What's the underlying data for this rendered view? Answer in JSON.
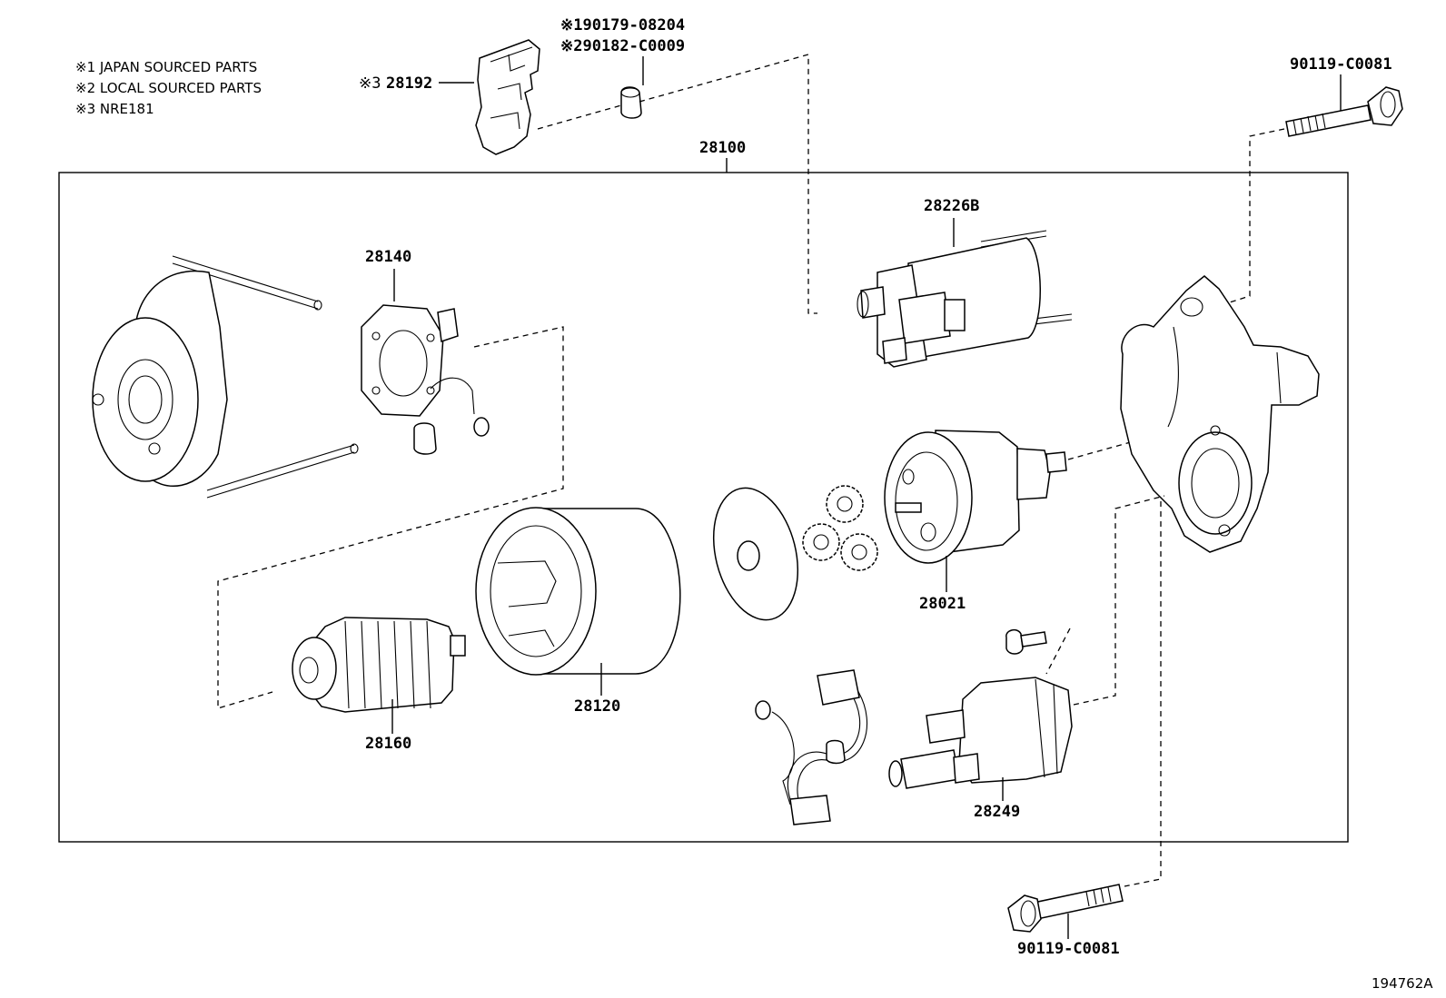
{
  "notes": [
    "※1 JAPAN SOURCED PARTS",
    "※2 LOCAL SOURCED PARTS",
    "※3 NRE181"
  ],
  "parts": {
    "p28192_mark": "※3",
    "p28192": "28192",
    "p190179": "※190179-08204",
    "p290182": "※290182-C0009",
    "p28100": "28100",
    "p28226B": "28226B",
    "p28140": "28140",
    "p28021": "28021",
    "p28120": "28120",
    "p28160": "28160",
    "p28249": "28249",
    "bolt_top": "90119-C0081",
    "bolt_bottom": "90119-C0081"
  },
  "figure_id": "194762A"
}
